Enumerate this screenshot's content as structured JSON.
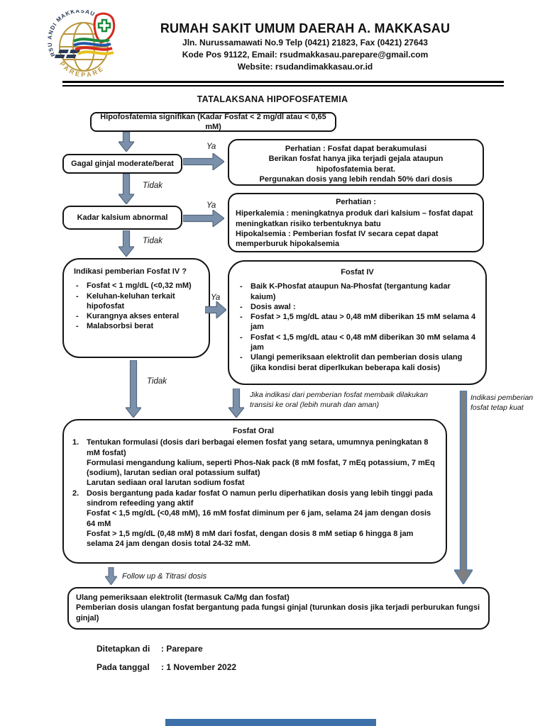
{
  "header": {
    "hospital_name": "RUMAH SAKIT UMUM DAERAH A. MAKKASAU",
    "address_line": "Jln. Nurussamawati No.9  Telp (0421) 21823, Fax (0421) 27643",
    "postal_line": "Kode Pos 91122, Email: rsudmakkasau.parepare@gmail.com",
    "website_line": "Website: rsudandimakkasau.or.id",
    "logo": {
      "arc_text": "RSU ANDI MAKKASAU",
      "bottom_text": "PAREPARE"
    }
  },
  "title": "TATALAKSANA HIPOFOSFATEMIA",
  "colors": {
    "arrow_fill": "#7b90aa",
    "arrow_stroke": "#55687f",
    "long_arrow_fill": "#7f7f7f",
    "long_arrow_stroke": "#4f7ab3",
    "bottom_bar": "#3d6fa9"
  },
  "flow": {
    "significant": "Hipofosfatemia signifikan (Kadar Fosfat < 2 mg/dl atau < 0,65 mM)",
    "renal": "Gagal ginjal moderate/berat",
    "renal_note": [
      "Perhatian : Fosfat dapat berakumulasi",
      "Berikan fosfat hanya jika terjadi gejala ataupun",
      "hipofosfatemia berat.",
      "Pergunakan dosis yang lebih rendah 50% dari dosis"
    ],
    "calcium": "Kadar kalsium abnormal",
    "calcium_note_title": "Perhatian :",
    "calcium_note": [
      "Hiperkalemia : meningkatnya produk dari kalsium – fosfat dapat meningkatkan risiko terbentuknya batu",
      "Hipokalsemia : Pemberian fosfat IV secara cepat dapat memperburuk hipokalsemia"
    ],
    "ya": "Ya",
    "tidak": "Tidak",
    "indication_title": "Indikasi pemberian Fosfat IV ?",
    "indication_items": [
      "Fosfat < 1 mg/dL (<0,32 mM)",
      "Keluhan-keluhan terkait hipofosfat",
      "Kurangnya akses enteral",
      "Malabsorbsi berat"
    ],
    "iv_title": "Fosfat IV",
    "iv_items": [
      "Baik K-Phosfat ataupun Na-Phosfat (tergantung kadar kaium)",
      "Dosis awal :",
      "Fosfat > 1,5 mg/dL atau > 0,48 mM diberikan 15 mM selama 4 jam",
      "Fosfat < 1,5 mg/dL atau < 0,48 mM diberikan 30 mM selama 4 jam",
      "Ulangi pemeriksaan elektrolit dan pemberian dosis ulang (jika kondisi berat diperlkukan beberapa kali dosis)"
    ],
    "transition_note": "Jika indikasi dari pemberian fosfat membaik dilakukan transisi ke oral (lebih murah dan aman)",
    "strong_note": "Indikasi pemberian fosfat tetap kuat",
    "oral_title": "Fosfat Oral",
    "oral_items": [
      {
        "num": "1.",
        "paras": [
          "Tentukan formulasi (dosis dari berbagai elemen fosfat yang setara, umumnya peningkatan 8 mM fosfat)",
          "Formulasi mengandung kalium, seperti Phos-Nak pack (8 mM fosfat, 7 mEq potassium, 7 mEq (sodium), larutan sedian oral potassium sulfat)",
          "Larutan sediaan oral larutan sodium fosfat"
        ]
      },
      {
        "num": "2.",
        "paras": [
          "Dosis bergantung pada kadar fosfat O namun perlu diperhatikan dosis yang lebih tinggi pada sindrom refeeding yang aktif",
          "Fosfat < 1,5 mg/dL (<0,48 mM), 16 mM fosfat diminum per 6 jam, selama 24 jam dengan dosis 64 mM",
          "Fosfat > 1,5 mg/dL (0,48 mM) 8 mM dari fosfat, dengan dosis 8 mM setiap 6 hingga 8 jam selama 24 jam dengan dosis total 24-32 mM."
        ]
      }
    ],
    "followup_label": "Follow up & Titrasi dosis",
    "followup_note": [
      "Ulang pemeriksaan elektrolit (termasuk Ca/Mg dan fosfat)",
      "Pemberian dosis ulangan fosfat bergantung pada fungsi ginjal (turunkan dosis jika terjadi perburukan fungsi ginjal)"
    ]
  },
  "footer": {
    "set_label": "Ditetapkan di",
    "set_value": ": Parepare",
    "date_label": "Pada tanggal",
    "date_value": ": 1 November 2022"
  }
}
